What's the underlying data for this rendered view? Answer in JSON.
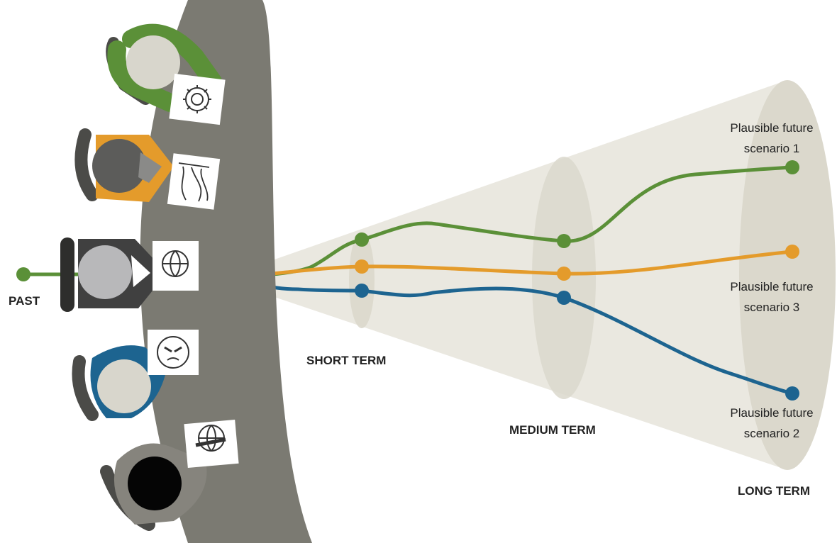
{
  "labels": {
    "past": "PAST",
    "short_term": "SHORT TERM",
    "medium_term": "MEDIUM TERM",
    "long_term": "LONG TERM"
  },
  "scenarios": {
    "s1": {
      "line1": "Plausible future",
      "line2": "scenario 1"
    },
    "s2": {
      "line1": "Plausible future",
      "line2": "scenario 2"
    },
    "s3": {
      "line1": "Plausible future",
      "line2": "scenario 3"
    }
  },
  "people": [
    {
      "color": "#5b9038",
      "head": "#d8d6cc",
      "icon": "gear-icon"
    },
    {
      "color": "#e49b2b",
      "head": "#5c5c5a",
      "icon": "diverging-arrows-icon"
    },
    {
      "color": "#404040",
      "head": "#b8b8ba",
      "icon": "globe-gear-icon"
    },
    {
      "color": "#1d6490",
      "head": "#d8d6cc",
      "icon": "face-icon"
    },
    {
      "color": "#86847d",
      "head": "#050505",
      "icon": "globe-thermometer-icon"
    }
  ],
  "colors": {
    "green": "#5b9038",
    "orange": "#e49b2b",
    "blue": "#1d6490",
    "table": "#7b7a72",
    "cone": "#eae8e0",
    "ring": "#dbd8cc"
  }
}
